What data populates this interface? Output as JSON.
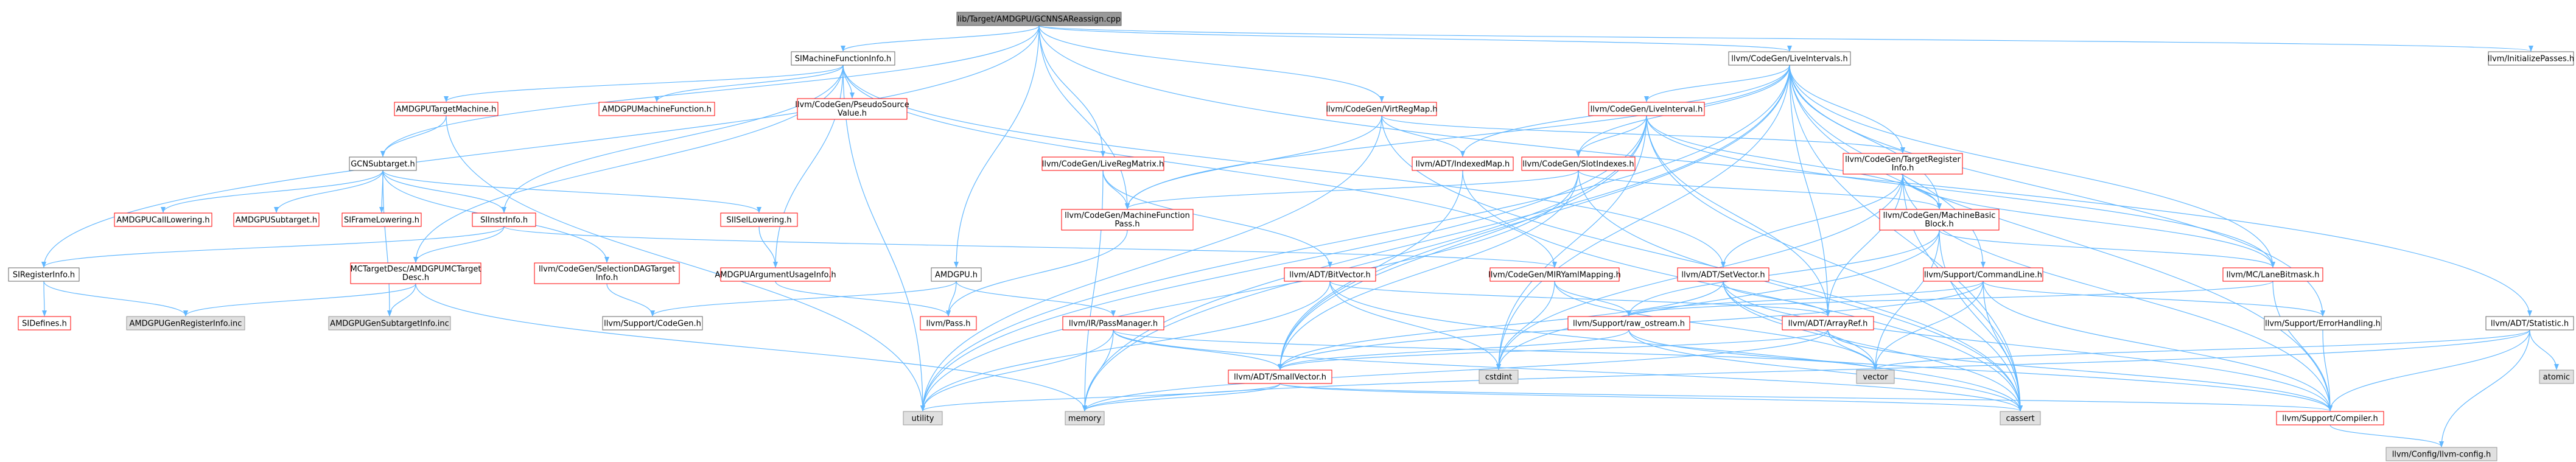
{
  "diagram": {
    "type": "include-dependency-graph",
    "colors": {
      "edge": "#63b8ff",
      "root_fill": "#999999",
      "normal_fill": "#ffffff",
      "normal_stroke": "#ff0000",
      "external_fill": "#e0e0e0",
      "external_stroke": "#999999",
      "plain_stroke": "#666666"
    },
    "nodes": {
      "root": {
        "label": "lib/Target/AMDGPU/GCNNSAReassign.cpp",
        "kind": "root"
      },
      "simfi": {
        "label": "SIMachineFunctionInfo.h",
        "kind": "plain"
      },
      "liveintervals": {
        "label": "llvm/CodeGen/LiveIntervals.h",
        "kind": "plain"
      },
      "initpasses": {
        "label": "llvm/InitializePasses.h",
        "kind": "plain"
      },
      "amdgputm": {
        "label": "AMDGPUTargetMachine.h",
        "kind": "normal"
      },
      "amdgpumfi": {
        "label": "AMDGPUMachineFunction.h",
        "kind": "normal"
      },
      "pseudosrc": {
        "label": "llvm/CodeGen/PseudoSource\nValue.h",
        "kind": "normal"
      },
      "virtregmap": {
        "label": "llvm/CodeGen/VirtRegMap.h",
        "kind": "normal"
      },
      "liveinterval": {
        "label": "llvm/CodeGen/LiveInterval.h",
        "kind": "normal"
      },
      "gcnsubtarget": {
        "label": "GCNSubtarget.h",
        "kind": "plain"
      },
      "livergmatrix": {
        "label": "llvm/CodeGen/LiveRegMatrix.h",
        "kind": "normal"
      },
      "indexedmap": {
        "label": "llvm/ADT/IndexedMap.h",
        "kind": "normal"
      },
      "slotindexes": {
        "label": "llvm/CodeGen/SlotIndexes.h",
        "kind": "normal"
      },
      "tri": {
        "label": "llvm/CodeGen/TargetRegister\nInfo.h",
        "kind": "normal"
      },
      "amdgpucalllow": {
        "label": "AMDGPUCallLowering.h",
        "kind": "normal"
      },
      "amdgpusub": {
        "label": "AMDGPUSubtarget.h",
        "kind": "normal"
      },
      "siframelow": {
        "label": "SIFrameLowering.h",
        "kind": "normal"
      },
      "siinstrinfo": {
        "label": "SIInstrInfo.h",
        "kind": "normal"
      },
      "siisellow": {
        "label": "SIISelLowering.h",
        "kind": "normal"
      },
      "mfpass": {
        "label": "llvm/CodeGen/MachineFunction\nPass.h",
        "kind": "normal"
      },
      "mbb": {
        "label": "llvm/CodeGen/MachineBasic\nBlock.h",
        "kind": "normal"
      },
      "siregisterinfo": {
        "label": "SIRegisterInfo.h",
        "kind": "plain"
      },
      "mctargetdesc": {
        "label": "MCTargetDesc/AMDGPUMCTarget\nDesc.h",
        "kind": "normal"
      },
      "seldagtarget": {
        "label": "llvm/CodeGen/SelectionDAGTarget\nInfo.h",
        "kind": "normal"
      },
      "amdgpuargusage": {
        "label": "AMDGPUArgumentUsageInfo.h",
        "kind": "normal"
      },
      "amdgpuh": {
        "label": "AMDGPU.h",
        "kind": "plain"
      },
      "bitvector": {
        "label": "llvm/ADT/BitVector.h",
        "kind": "normal"
      },
      "mirymlmap": {
        "label": "llvm/CodeGen/MIRYamlMapping.h",
        "kind": "normal"
      },
      "setvector": {
        "label": "llvm/ADT/SetVector.h",
        "kind": "normal"
      },
      "commandline": {
        "label": "llvm/Support/CommandLine.h",
        "kind": "normal"
      },
      "lanebitmask": {
        "label": "llvm/MC/LaneBitmask.h",
        "kind": "normal"
      },
      "sidefines": {
        "label": "SIDefines.h",
        "kind": "normal"
      },
      "regsinfoinc": {
        "label": "AMDGPUGenRegisterInfo.inc",
        "kind": "external"
      },
      "subtgtinfoinc": {
        "label": "AMDGPUGenSubtargetInfo.inc",
        "kind": "external"
      },
      "supportcodegen": {
        "label": "llvm/Support/CodeGen.h",
        "kind": "plain"
      },
      "pass": {
        "label": "llvm/Pass.h",
        "kind": "normal"
      },
      "passmanager": {
        "label": "llvm/IR/PassManager.h",
        "kind": "normal"
      },
      "rawostream": {
        "label": "llvm/Support/raw_ostream.h",
        "kind": "normal"
      },
      "arrayref": {
        "label": "llvm/ADT/ArrayRef.h",
        "kind": "normal"
      },
      "errorhandling": {
        "label": "llvm/Support/ErrorHandling.h",
        "kind": "plain"
      },
      "statistic": {
        "label": "llvm/ADT/Statistic.h",
        "kind": "plain"
      },
      "smallvector": {
        "label": "llvm/ADT/SmallVector.h",
        "kind": "normal"
      },
      "cstdint": {
        "label": "cstdint",
        "kind": "external"
      },
      "vector": {
        "label": "vector",
        "kind": "external"
      },
      "atomic": {
        "label": "atomic",
        "kind": "external"
      },
      "utility": {
        "label": "utility",
        "kind": "external"
      },
      "memory": {
        "label": "memory",
        "kind": "external"
      },
      "cassert": {
        "label": "cassert",
        "kind": "external"
      },
      "compiler": {
        "label": "llvm/Support/Compiler.h",
        "kind": "normal"
      },
      "llvmconfig": {
        "label": "llvm/Config/llvm-config.h",
        "kind": "external"
      }
    },
    "edges": [
      [
        "root",
        "simfi"
      ],
      [
        "root",
        "liveintervals"
      ],
      [
        "root",
        "initpasses"
      ],
      [
        "root",
        "gcnsubtarget"
      ],
      [
        "root",
        "siregisterinfo"
      ],
      [
        "root",
        "virtregmap"
      ],
      [
        "root",
        "livergmatrix"
      ],
      [
        "root",
        "mfpass"
      ],
      [
        "root",
        "amdgpuh"
      ],
      [
        "root",
        "statistic"
      ],
      [
        "simfi",
        "amdgputm"
      ],
      [
        "simfi",
        "amdgpumfi"
      ],
      [
        "simfi",
        "pseudosrc"
      ],
      [
        "simfi",
        "siinstrinfo"
      ],
      [
        "simfi",
        "mctargetdesc"
      ],
      [
        "simfi",
        "amdgpuargusage"
      ],
      [
        "simfi",
        "mirymlmap"
      ],
      [
        "simfi",
        "setvector"
      ],
      [
        "simfi",
        "utility"
      ],
      [
        "liveintervals",
        "liveinterval"
      ],
      [
        "liveintervals",
        "indexedmap"
      ],
      [
        "liveintervals",
        "slotindexes"
      ],
      [
        "liveintervals",
        "tri"
      ],
      [
        "liveintervals",
        "mfpass"
      ],
      [
        "liveintervals",
        "mbb"
      ],
      [
        "liveintervals",
        "lanebitmask"
      ],
      [
        "liveintervals",
        "commandline"
      ],
      [
        "liveintervals",
        "errorhandling"
      ],
      [
        "liveintervals",
        "compiler"
      ],
      [
        "liveintervals",
        "arrayref"
      ],
      [
        "liveintervals",
        "smallvector"
      ],
      [
        "liveintervals",
        "cassert"
      ],
      [
        "liveintervals",
        "memory"
      ],
      [
        "liveintervals",
        "utility"
      ],
      [
        "liveintervals",
        "cstdint"
      ],
      [
        "amdgputm",
        "gcnsubtarget"
      ],
      [
        "amdgputm",
        "utility"
      ],
      [
        "gcnsubtarget",
        "amdgpucalllow"
      ],
      [
        "gcnsubtarget",
        "amdgpusub"
      ],
      [
        "gcnsubtarget",
        "siframelow"
      ],
      [
        "gcnsubtarget",
        "siinstrinfo"
      ],
      [
        "gcnsubtarget",
        "siisellow"
      ],
      [
        "gcnsubtarget",
        "seldagtarget"
      ],
      [
        "gcnsubtarget",
        "subtgtinfoinc"
      ],
      [
        "siinstrinfo",
        "siregisterinfo"
      ],
      [
        "siinstrinfo",
        "mctargetdesc"
      ],
      [
        "siinstrinfo",
        "mirymlmap"
      ],
      [
        "siisellow",
        "amdgpuargusage"
      ],
      [
        "amdgpuargusage",
        "pass"
      ],
      [
        "siregisterinfo",
        "sidefines"
      ],
      [
        "siregisterinfo",
        "regsinfoinc"
      ],
      [
        "mctargetdesc",
        "regsinfoinc"
      ],
      [
        "mctargetdesc",
        "subtgtinfoinc"
      ],
      [
        "mctargetdesc",
        "memory"
      ],
      [
        "seldagtarget",
        "supportcodegen"
      ],
      [
        "amdgpuh",
        "supportcodegen"
      ],
      [
        "amdgpuh",
        "pass"
      ],
      [
        "amdgpuh",
        "passmanager"
      ],
      [
        "virtregmap",
        "indexedmap"
      ],
      [
        "virtregmap",
        "tri"
      ],
      [
        "virtregmap",
        "mfpass"
      ],
      [
        "virtregmap",
        "utility"
      ],
      [
        "virtregmap",
        "cassert"
      ],
      [
        "livergmatrix",
        "mfpass"
      ],
      [
        "livergmatrix",
        "bitvector"
      ],
      [
        "livergmatrix",
        "memory"
      ],
      [
        "liveinterval",
        "slotindexes"
      ],
      [
        "liveinterval",
        "mbb"
      ],
      [
        "liveinterval",
        "lanebitmask"
      ],
      [
        "liveinterval",
        "arrayref"
      ],
      [
        "liveinterval",
        "smallvector"
      ],
      [
        "liveinterval",
        "cassert"
      ],
      [
        "liveinterval",
        "utility"
      ],
      [
        "liveinterval",
        "cstdint"
      ],
      [
        "liveinterval",
        "memory"
      ],
      [
        "indexedmap",
        "smallvector"
      ],
      [
        "indexedmap",
        "cassert"
      ],
      [
        "slotindexes",
        "mfpass"
      ],
      [
        "slotindexes",
        "mbb"
      ],
      [
        "slotindexes",
        "smallvector"
      ],
      [
        "slotindexes",
        "cassert"
      ],
      [
        "slotindexes",
        "utility"
      ],
      [
        "tri",
        "mbb"
      ],
      [
        "tri",
        "lanebitmask"
      ],
      [
        "tri",
        "arrayref"
      ],
      [
        "tri",
        "compiler"
      ],
      [
        "tri",
        "cassert"
      ],
      [
        "tri",
        "cstdint"
      ],
      [
        "tri",
        "setvector"
      ],
      [
        "mfpass",
        "pass"
      ],
      [
        "mbb",
        "lanebitmask"
      ],
      [
        "mbb",
        "rawostream"
      ],
      [
        "mbb",
        "cassert"
      ],
      [
        "mbb",
        "vector"
      ],
      [
        "mbb",
        "cstdint"
      ],
      [
        "mirymlmap",
        "rawostream"
      ],
      [
        "mirymlmap",
        "vector"
      ],
      [
        "mirymlmap",
        "cstdint"
      ],
      [
        "setvector",
        "arrayref"
      ],
      [
        "setvector",
        "compiler"
      ],
      [
        "setvector",
        "vector"
      ],
      [
        "setvector",
        "cassert"
      ],
      [
        "setvector",
        "smallvector"
      ],
      [
        "bitvector",
        "arrayref"
      ],
      [
        "bitvector",
        "utility"
      ],
      [
        "bitvector",
        "cassert"
      ],
      [
        "bitvector",
        "cstdint"
      ],
      [
        "commandline",
        "rawostream"
      ],
      [
        "commandline",
        "errorhandling"
      ],
      [
        "commandline",
        "vector"
      ],
      [
        "commandline",
        "cassert"
      ],
      [
        "commandline",
        "smallvector"
      ],
      [
        "commandline",
        "compiler"
      ],
      [
        "lanebitmask",
        "compiler"
      ],
      [
        "lanebitmask",
        "rawostream"
      ],
      [
        "passmanager",
        "smallvector"
      ],
      [
        "passmanager",
        "vector"
      ],
      [
        "passmanager",
        "memory"
      ],
      [
        "passmanager",
        "utility"
      ],
      [
        "passmanager",
        "cassert"
      ],
      [
        "rawostream",
        "compiler"
      ],
      [
        "rawostream",
        "cassert"
      ],
      [
        "rawostream",
        "smallvector"
      ],
      [
        "arrayref",
        "compiler"
      ],
      [
        "arrayref",
        "smallvector"
      ],
      [
        "arrayref",
        "vector"
      ],
      [
        "arrayref",
        "memory"
      ],
      [
        "errorhandling",
        "compiler"
      ],
      [
        "statistic",
        "compiler"
      ],
      [
        "statistic",
        "atomic"
      ],
      [
        "statistic",
        "memory"
      ],
      [
        "statistic",
        "llvmconfig"
      ],
      [
        "statistic",
        "vector"
      ],
      [
        "smallvector",
        "compiler"
      ],
      [
        "smallvector",
        "cassert"
      ],
      [
        "smallvector",
        "memory"
      ],
      [
        "smallvector",
        "utility"
      ],
      [
        "compiler",
        "llvmconfig"
      ]
    ]
  }
}
